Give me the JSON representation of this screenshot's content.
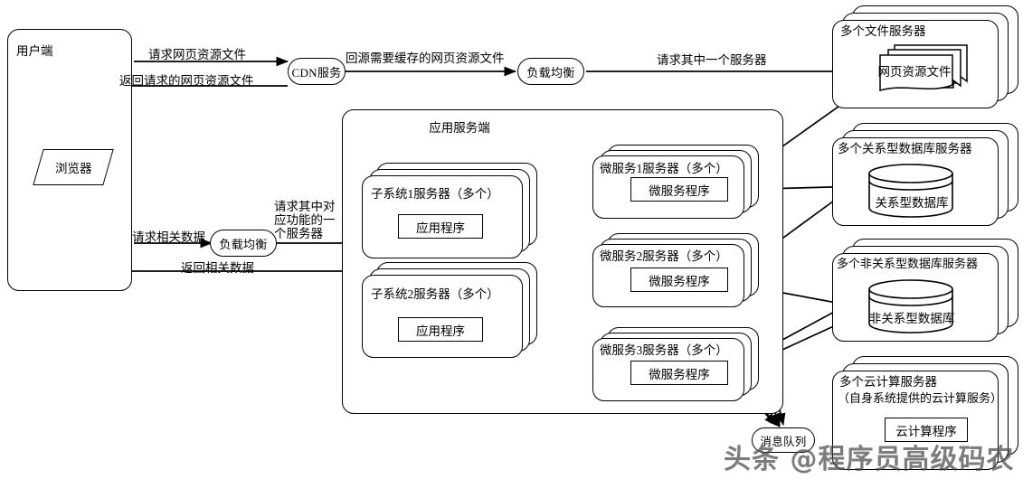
{
  "diagram": {
    "title_hidden": "Web system architecture flow",
    "client": {
      "label": "用户端",
      "browser": "浏览器"
    },
    "cdn": {
      "label": "CDN服务"
    },
    "load_balancers": [
      {
        "label": "负载均衡"
      },
      {
        "label": "负载均衡"
      }
    ],
    "flows": [
      {
        "text": "请求网页资源文件"
      },
      {
        "text": "返回请求的网页资源文件"
      },
      {
        "text": "回源需要缓存的网页资源文件"
      },
      {
        "text": "请求其中一个服务器"
      },
      {
        "text": "请求相关数据"
      },
      {
        "text": "返回相关数据"
      },
      {
        "text": "请求其中对\n应功能的一\n个服务器"
      }
    ],
    "app_server": {
      "title": "应用服务端",
      "subsystems": [
        {
          "title": "子系统1服务器（多个）",
          "program": "应用程序"
        },
        {
          "title": "子系统2服务器（多个）",
          "program": "应用程序"
        }
      ],
      "microservices": [
        {
          "title": "微服务1服务器（多个）",
          "program": "微服务程序"
        },
        {
          "title": "微服务2服务器（多个）",
          "program": "微服务程序"
        },
        {
          "title": "微服务3服务器（多个）",
          "program": "微服务程序"
        }
      ]
    },
    "right_stacks": [
      {
        "title": "多个文件服务器",
        "inner": "网页资源文件",
        "icon": "document-icon"
      },
      {
        "title": "多个关系型数据库服务器",
        "inner": "关系型数据库",
        "icon": "database-cylinder-icon"
      },
      {
        "title": "多个非关系型数据库服务器",
        "inner": "非关系型数据库",
        "icon": "database-cylinder-icon"
      },
      {
        "title": "多个云计算服务器",
        "subtitle": "（自身系统提供的云计算服务）",
        "inner": "云计算程序",
        "icon": "box-icon"
      }
    ],
    "message_queue": {
      "label": "消息队列"
    },
    "watermark": {
      "text": "头条 @程序员高级码农"
    },
    "colors": {
      "stroke": "#000000",
      "background": "#ffffff",
      "watermark": "#4a4a4a"
    }
  }
}
